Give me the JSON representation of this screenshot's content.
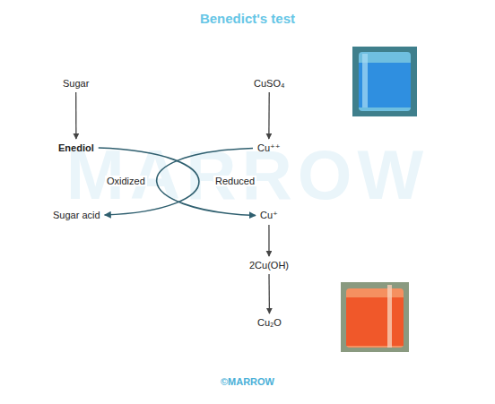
{
  "diagram": {
    "title": "Benedict's test",
    "nodes": [
      {
        "text": [
          "Sugar"
        ]
      },
      {
        "text": [
          "CuSO₄"
        ]
      },
      {
        "text": [
          "Enediol"
        ]
      },
      {
        "text": [
          "Cu⁺⁺"
        ]
      },
      {
        "text": [
          "Sugar acid"
        ]
      },
      {
        "text": [
          "Cu⁺"
        ]
      },
      {
        "text": [
          "2Cu(OH)"
        ]
      },
      {
        "text": [
          "Cu₂O"
        ]
      }
    ],
    "edges": [
      {
        "from": 0,
        "to": 2,
        "arrow": "to"
      },
      {
        "from": 1,
        "to": 3,
        "arrow": "to"
      },
      {
        "from": 2,
        "to": 4,
        "label": "Oxidized",
        "arrow": "to"
      },
      {
        "from": 3,
        "to": 5,
        "label": "Reduced",
        "arrow": "to"
      },
      {
        "from": 5,
        "to": 6,
        "arrow": "to"
      },
      {
        "from": 6,
        "to": 7,
        "arrow": "to"
      }
    ],
    "labels": [
      "MARROW",
      "©MARROW"
    ]
  }
}
